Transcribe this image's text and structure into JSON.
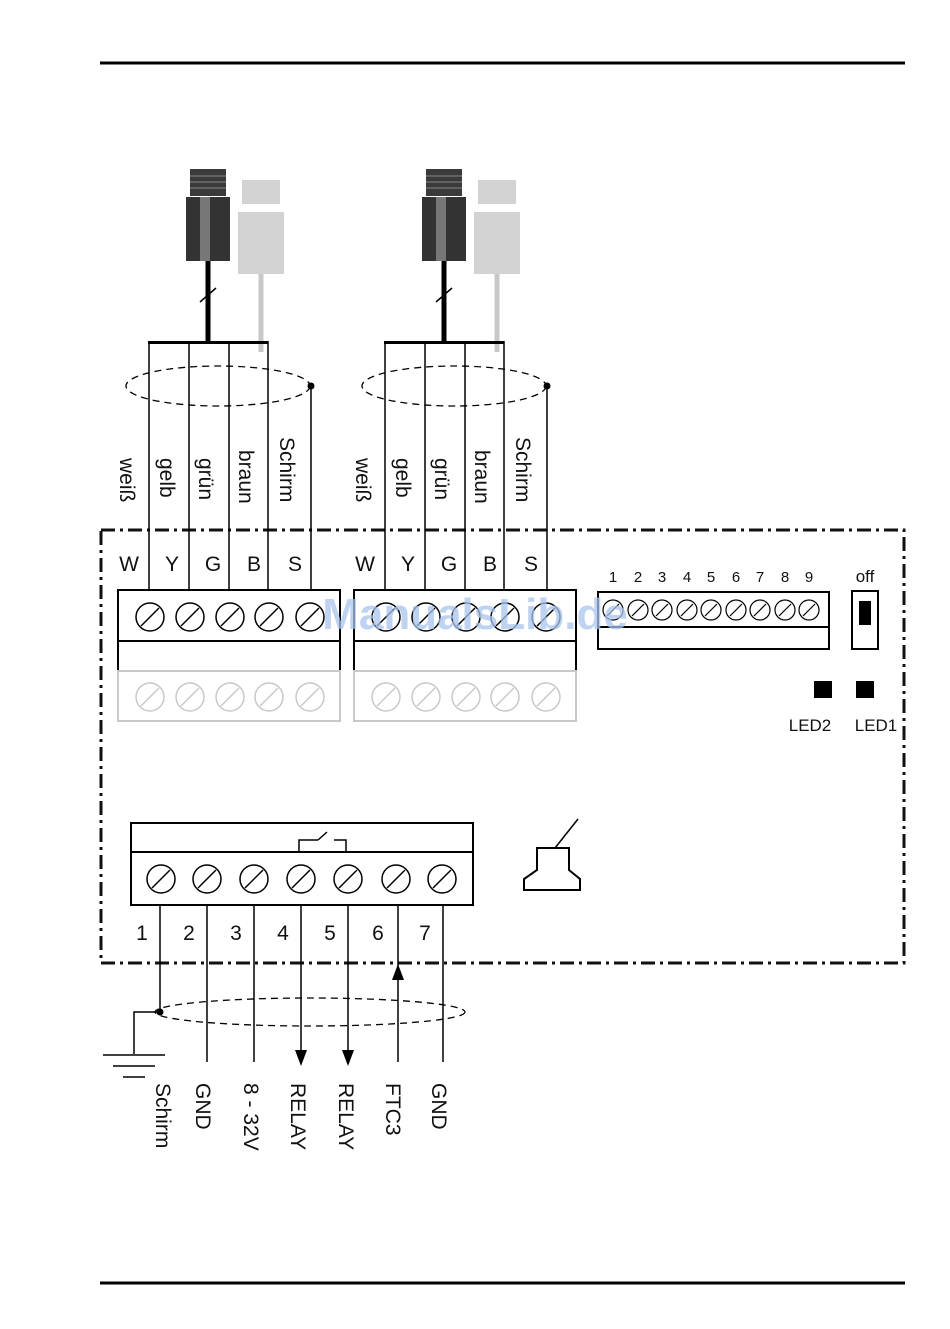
{
  "colors": {
    "line": "#111111",
    "ghost": "#c8c8c8",
    "watermark": "#a8c4ec"
  },
  "sensor_wire_labels": [
    "weiß",
    "gelb",
    "grün",
    "braun",
    "Schirm"
  ],
  "terminal_letters": [
    "W",
    "Y",
    "G",
    "B",
    "S"
  ],
  "dip_numbers": [
    "1",
    "2",
    "3",
    "4",
    "5",
    "6",
    "7",
    "8",
    "9"
  ],
  "switch_label": "off",
  "leds": [
    "LED2",
    "LED1"
  ],
  "bottom_terminal_numbers": [
    "1",
    "2",
    "3",
    "4",
    "5",
    "6",
    "7"
  ],
  "bottom_wire_labels": [
    "Schirm",
    "GND",
    "8 - 32V",
    "RELAY",
    "RELAY",
    "FTC3",
    "GND"
  ],
  "watermark": "ManualsLib.de"
}
